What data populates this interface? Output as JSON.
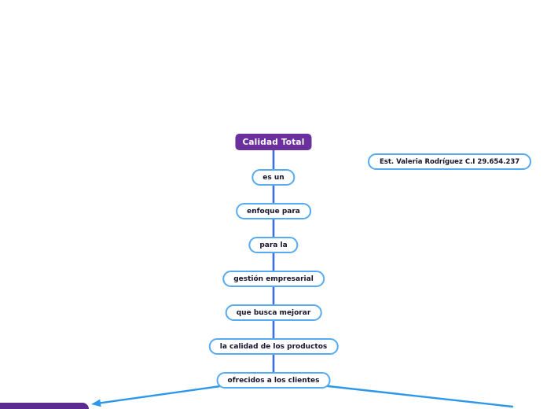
{
  "root": {
    "label": "Calidad Total"
  },
  "note": {
    "label": "Est. Valeria Rodríguez C.I 29.654.237"
  },
  "chain": [
    {
      "label": "es un"
    },
    {
      "label": "enfoque para"
    },
    {
      "label": "para la"
    },
    {
      "label": "gestión empresarial"
    },
    {
      "label": "que busca mejorar"
    },
    {
      "label": "la calidad de los productos"
    },
    {
      "label": "ofrecidos a los clientes"
    }
  ],
  "colors": {
    "root_purple": "#6b2f9e",
    "branch_purple": "#5d2c92",
    "node_border": "#55aaf2",
    "node_text": "#14142e",
    "root_text": "#ffffff",
    "chain_line": "#3d6ee8",
    "branch_line": "#2d97ea"
  }
}
